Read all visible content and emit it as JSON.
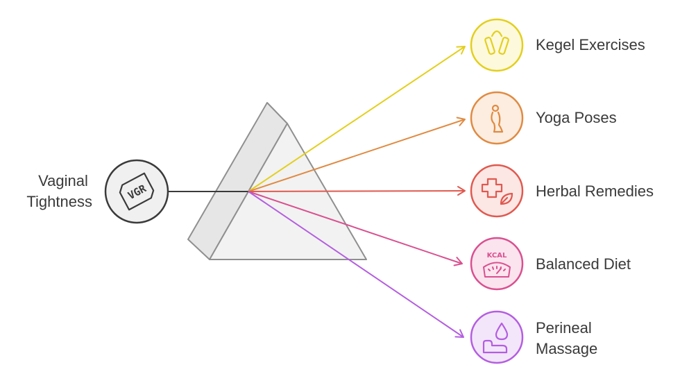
{
  "source": {
    "label_lines": [
      "Vaginal",
      "Tightness"
    ],
    "icon": "vgr-badge-icon",
    "icon_text": "VGR"
  },
  "outputs": [
    {
      "label_lines": [
        "Kegel Exercises"
      ],
      "icon": "hand-gripper-icon",
      "color": "#e3cf1d",
      "fill": "#fdf9dc"
    },
    {
      "label_lines": [
        "Yoga Poses"
      ],
      "icon": "yoga-pose-icon",
      "color": "#e08a41",
      "fill": "#fcede0"
    },
    {
      "label_lines": [
        "Herbal Remedies"
      ],
      "icon": "medical-cross-leaf-icon",
      "color": "#e0594f",
      "fill": "#fde7e5"
    },
    {
      "label_lines": [
        "Balanced Diet"
      ],
      "icon": "calorie-scale-icon",
      "icon_text": "KCAL",
      "color": "#d9508f",
      "fill": "#fce4ef"
    },
    {
      "label_lines": [
        "Perineal",
        "Massage"
      ],
      "icon": "drop-hand-icon",
      "color": "#b45ee0",
      "fill": "#f3e6fb"
    }
  ],
  "colors": {
    "prism_stroke": "#8f8f8f",
    "prism_fill": "#f2f2f2",
    "source_stroke": "#3a3a3a",
    "source_fill": "#f0f0f0",
    "text": "#3a3a3a"
  }
}
